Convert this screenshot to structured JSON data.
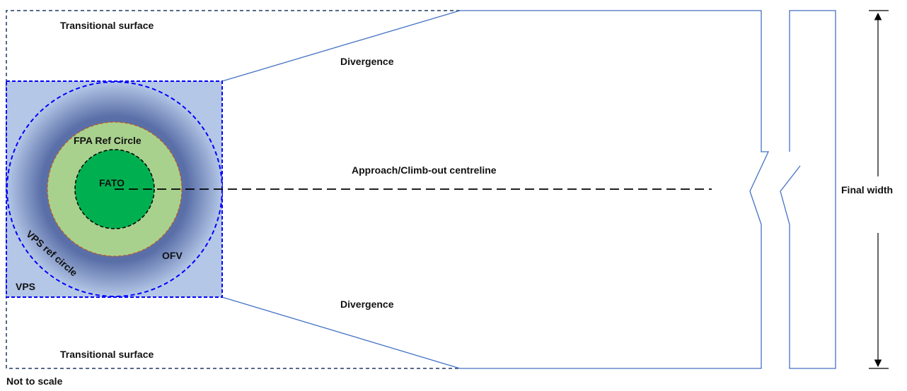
{
  "labels": {
    "transitional_top": "Transitional surface",
    "transitional_bottom": "Transitional surface",
    "divergence_top": "Divergence",
    "divergence_bottom": "Divergence",
    "centreline": "Approach/Climb-out centreline",
    "final_width": "Final width",
    "fpa_ref_circle": "FPA Ref Circle",
    "fato": "FATO",
    "ofv": "OFV",
    "vps_ref_circle": "VPS ref circle",
    "vps": "VPS",
    "not_to_scale": "Not to scale"
  },
  "colors": {
    "outline_navy": "#1f3864",
    "surface_outline": "#4472c4",
    "vps_fill": "#b4c7e7",
    "vps_dash": "#0000ff",
    "gradient_edge": "#8497c9",
    "gradient_dark": "#5a6fa8",
    "fpa_fill": "#a9d18e",
    "fpa_border": "#c55a11",
    "fato_fill": "#00b050",
    "black": "#000000"
  }
}
